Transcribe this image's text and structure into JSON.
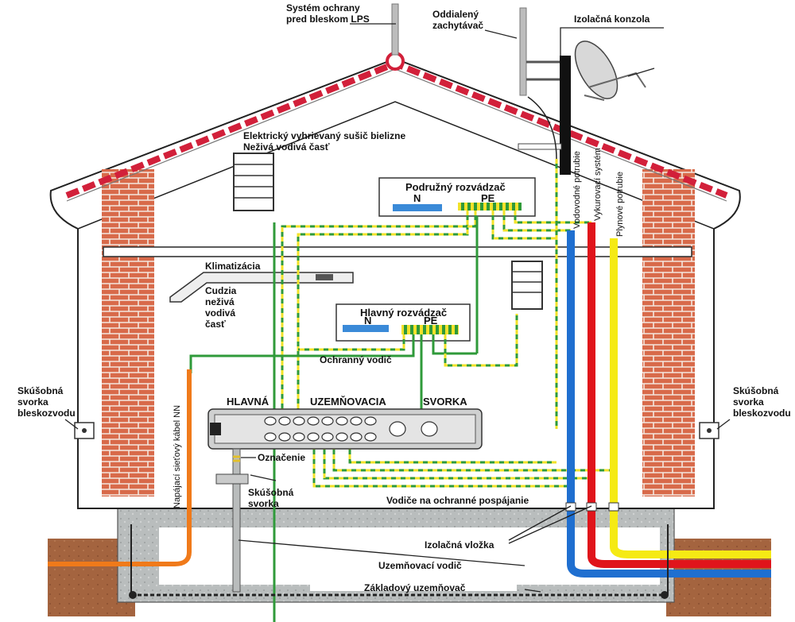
{
  "labels": {
    "lps": [
      "Systém ochrany",
      "pred bleskom LPS"
    ],
    "oddialeny": [
      "Oddialený",
      "zachytávač"
    ],
    "izolacna_konzola": "Izolačná konzola",
    "susic": [
      "Elektrický vyhrievaný sušič bielizne",
      "Neživá vodivá časť"
    ],
    "podruzny": "Podružný rozvádzač",
    "hlavny": "Hlavný rozvádzač",
    "n": "N",
    "pe": "PE",
    "klimatizacia": "Klimatizácia",
    "cudzia": [
      "Cudzia",
      "neživá",
      "vodivá",
      "časť"
    ],
    "ochranny_vodic": "Ochranný vodič",
    "hlavna": "HLAVNÁ",
    "uzemnovacia": "UZEMŇOVACIA",
    "svorka": "SVORKA",
    "skusobna_left": [
      "Skúšobná",
      "svorka",
      "bleskozvodu"
    ],
    "skusobna_right": [
      "Skúšobná",
      "svorka",
      "bleskozvodu"
    ],
    "napajaci": "Napájací sieťový kábel NN",
    "oznacenie": "Označenie",
    "skusobna_svorka": [
      "Skúšobná",
      "svorka"
    ],
    "vodice": "Vodiče na ochranné pospájanie",
    "izolacna_vlozka": "Izolačná vložka",
    "uzemnovaci_vodic": "Uzemňovací vodič",
    "zakladovy": "Základový uzemňovač",
    "vodovodne": "Vodovodné potrubie",
    "vykurovaci": "Vykurovací systém",
    "plynove": "Plynové potrubie"
  },
  "colors": {
    "water": "#1f6fd0",
    "heating": "#e0141b",
    "gas": "#f5ea14",
    "pe_green": "#2f9a3a",
    "brick": "#c9573a",
    "roof_red": "#d2203a",
    "concrete": "#b5b8b8",
    "ground": "#a0603e",
    "cable_orange": "#f07a1a"
  }
}
